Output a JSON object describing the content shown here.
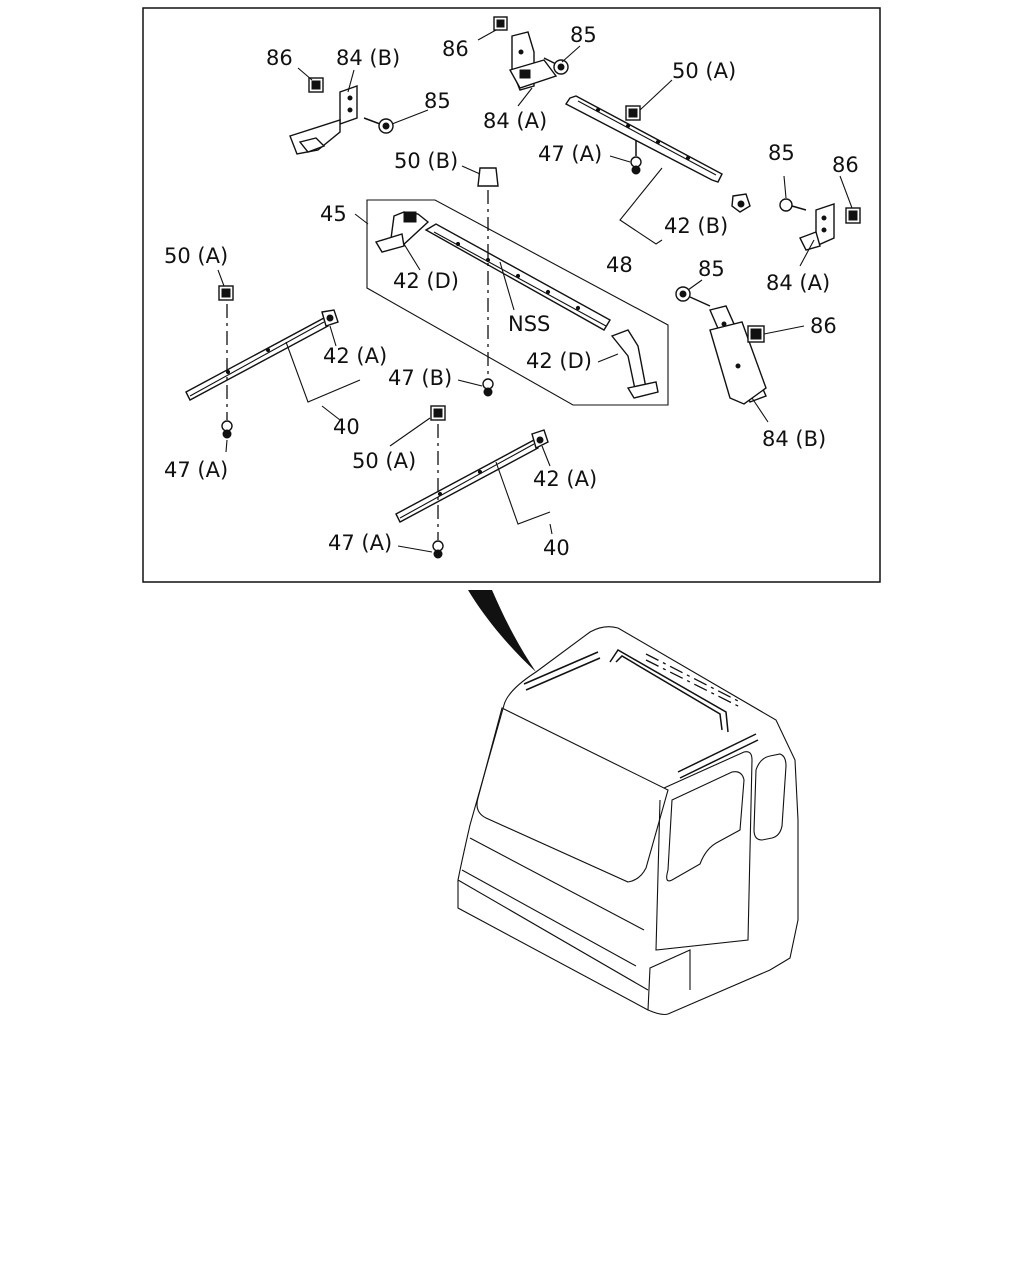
{
  "labels": {
    "l86_tl": "86",
    "l84b_tl": "84 (B)",
    "l85_tl": "85",
    "l86_tc": "86",
    "l85_tc": "85",
    "l84a_tc": "84 (A)",
    "l50a_tr": "50 (A)",
    "l50b": "50 (B)",
    "l47a_tr": "47 (A)",
    "l45": "45",
    "l42b": "42 (B)",
    "l48": "48",
    "l85_r": "85",
    "l86_r": "86",
    "l84a_r": "84 (A)",
    "l50a_l": "50 (A)",
    "l42d_l": "42 (D)",
    "lnss": "NSS",
    "l85_rm": "85",
    "l86_rm": "86",
    "l42a_l": "42 (A)",
    "l42d_r": "42 (D)",
    "l47b": "47 (B)",
    "l40_l": "40",
    "l84b_r": "84 (B)",
    "l47a_l": "47 (A)",
    "l50a_c": "50 (A)",
    "l42a_c": "42 (A)",
    "l47a_c": "47 (A)",
    "l40_c": "40"
  }
}
